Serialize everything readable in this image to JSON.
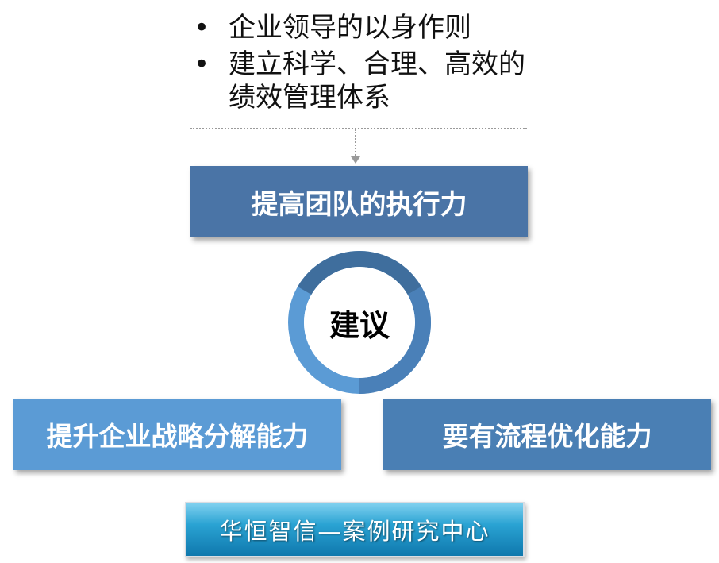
{
  "bullets": [
    {
      "text": "企业领导的以身作则"
    },
    {
      "text": "建立科学、合理、高效的绩效管理体系"
    }
  ],
  "top_box": {
    "label": "提高团队的执行力"
  },
  "center": {
    "label": "建议"
  },
  "left_box": {
    "label": "提升企业战略分解能力"
  },
  "right_box": {
    "label": "要有流程优化能力"
  },
  "footer": {
    "label": "华恒智信—案例研究中心"
  },
  "colors": {
    "top_box": "#4a74a6",
    "left_box": "#5b9bd5",
    "right_box": "#4a7fb4",
    "ring_dark": "#3f6e9d",
    "ring_mid": "#4a80b8",
    "ring_light": "#5b9bd5"
  }
}
